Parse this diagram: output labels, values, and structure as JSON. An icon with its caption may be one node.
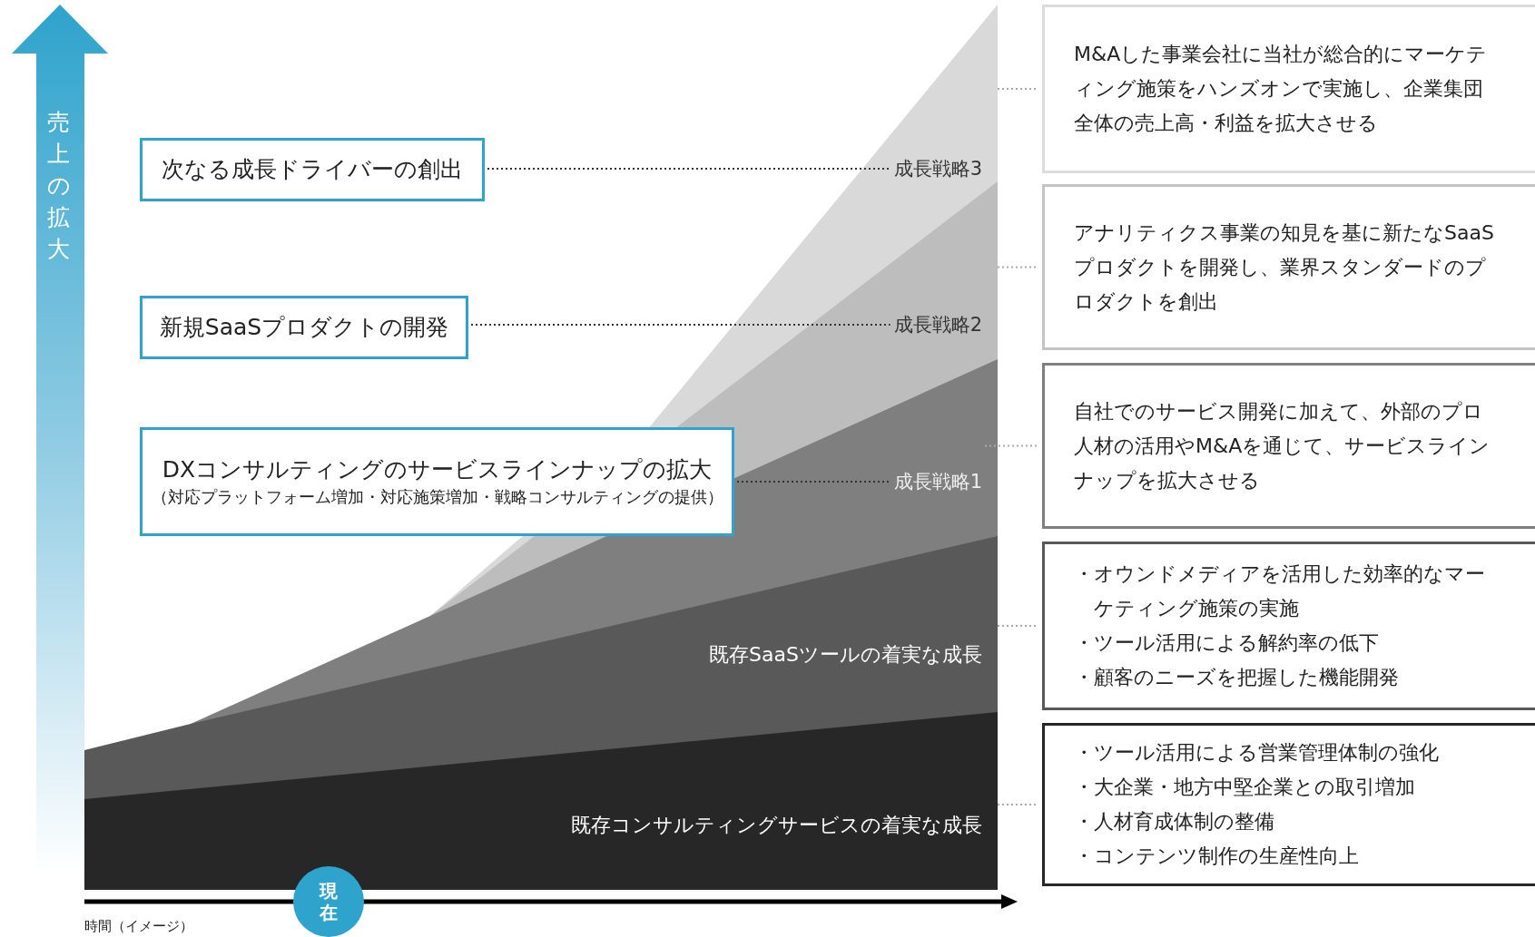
{
  "diagram": {
    "nodes": [
      {
        "text": [
          "次なる成長ドライバーの創出"
        ]
      },
      {
        "text": [
          "新規SaaSプロダクトの開発"
        ]
      },
      {
        "text": [
          "DXコンサルティングのサービスラインナップの拡大",
          "（対応プラットフォーム増加・対応施策増加・戦略コンサルティングの提供）"
        ]
      },
      {
        "text": [
          "成長戦略3"
        ]
      },
      {
        "text": [
          "成長戦略2"
        ]
      },
      {
        "text": [
          "成長戦略1"
        ]
      },
      {
        "text": [
          "M&Aした事業会社に当社が総合的にマーケティング施策をハンズオンで実施し、企業集団全体の売上高・利益を拡大させる"
        ]
      },
      {
        "text": [
          "アナリティクス事業の知見を基に新たなSaaSプロダクトを開発し、業界スタンダードのプロダクトを創出"
        ]
      },
      {
        "text": [
          "自社でのサービス開発に加えて、外部のプロ人材の活用やM&Aを通じて、サービスラインナップを拡大させる"
        ]
      },
      {
        "text": [
          "・オウンドメディアを活用した効率的なマーケティング施策の実施",
          "・ツール活用による解約率の低下",
          "・顧客のニーズを把握した機能開発"
        ]
      },
      {
        "text": [
          "・ツール活用による営業管理体制の強化",
          "・大企業・地方中堅企業との取引増加",
          "・人材育成体制の整備",
          "・コンテンツ制作の生産性向上"
        ]
      },
      {
        "text": [
          "現在"
        ]
      }
    ],
    "edges": [
      {
        "from": 0,
        "to": 3,
        "arrow": "none",
        "color": "#333333"
      },
      {
        "from": 1,
        "to": 4,
        "arrow": "none",
        "color": "#333333"
      },
      {
        "from": 2,
        "to": 5,
        "arrow": "none",
        "color": "#333333"
      },
      {
        "from": null,
        "to": 6,
        "arrow": "none"
      },
      {
        "from": null,
        "to": 7,
        "arrow": "none"
      },
      {
        "from": 5,
        "to": 8,
        "arrow": "none"
      },
      {
        "from": null,
        "to": 9,
        "arrow": "none"
      },
      {
        "from": null,
        "to": 10,
        "arrow": "none"
      }
    ],
    "labels": [
      "売上の拡大",
      "既存SaaSツールの着実な成長",
      "既存コンサルティングサービスの着実な成長",
      "時間（イメージ）"
    ]
  }
}
